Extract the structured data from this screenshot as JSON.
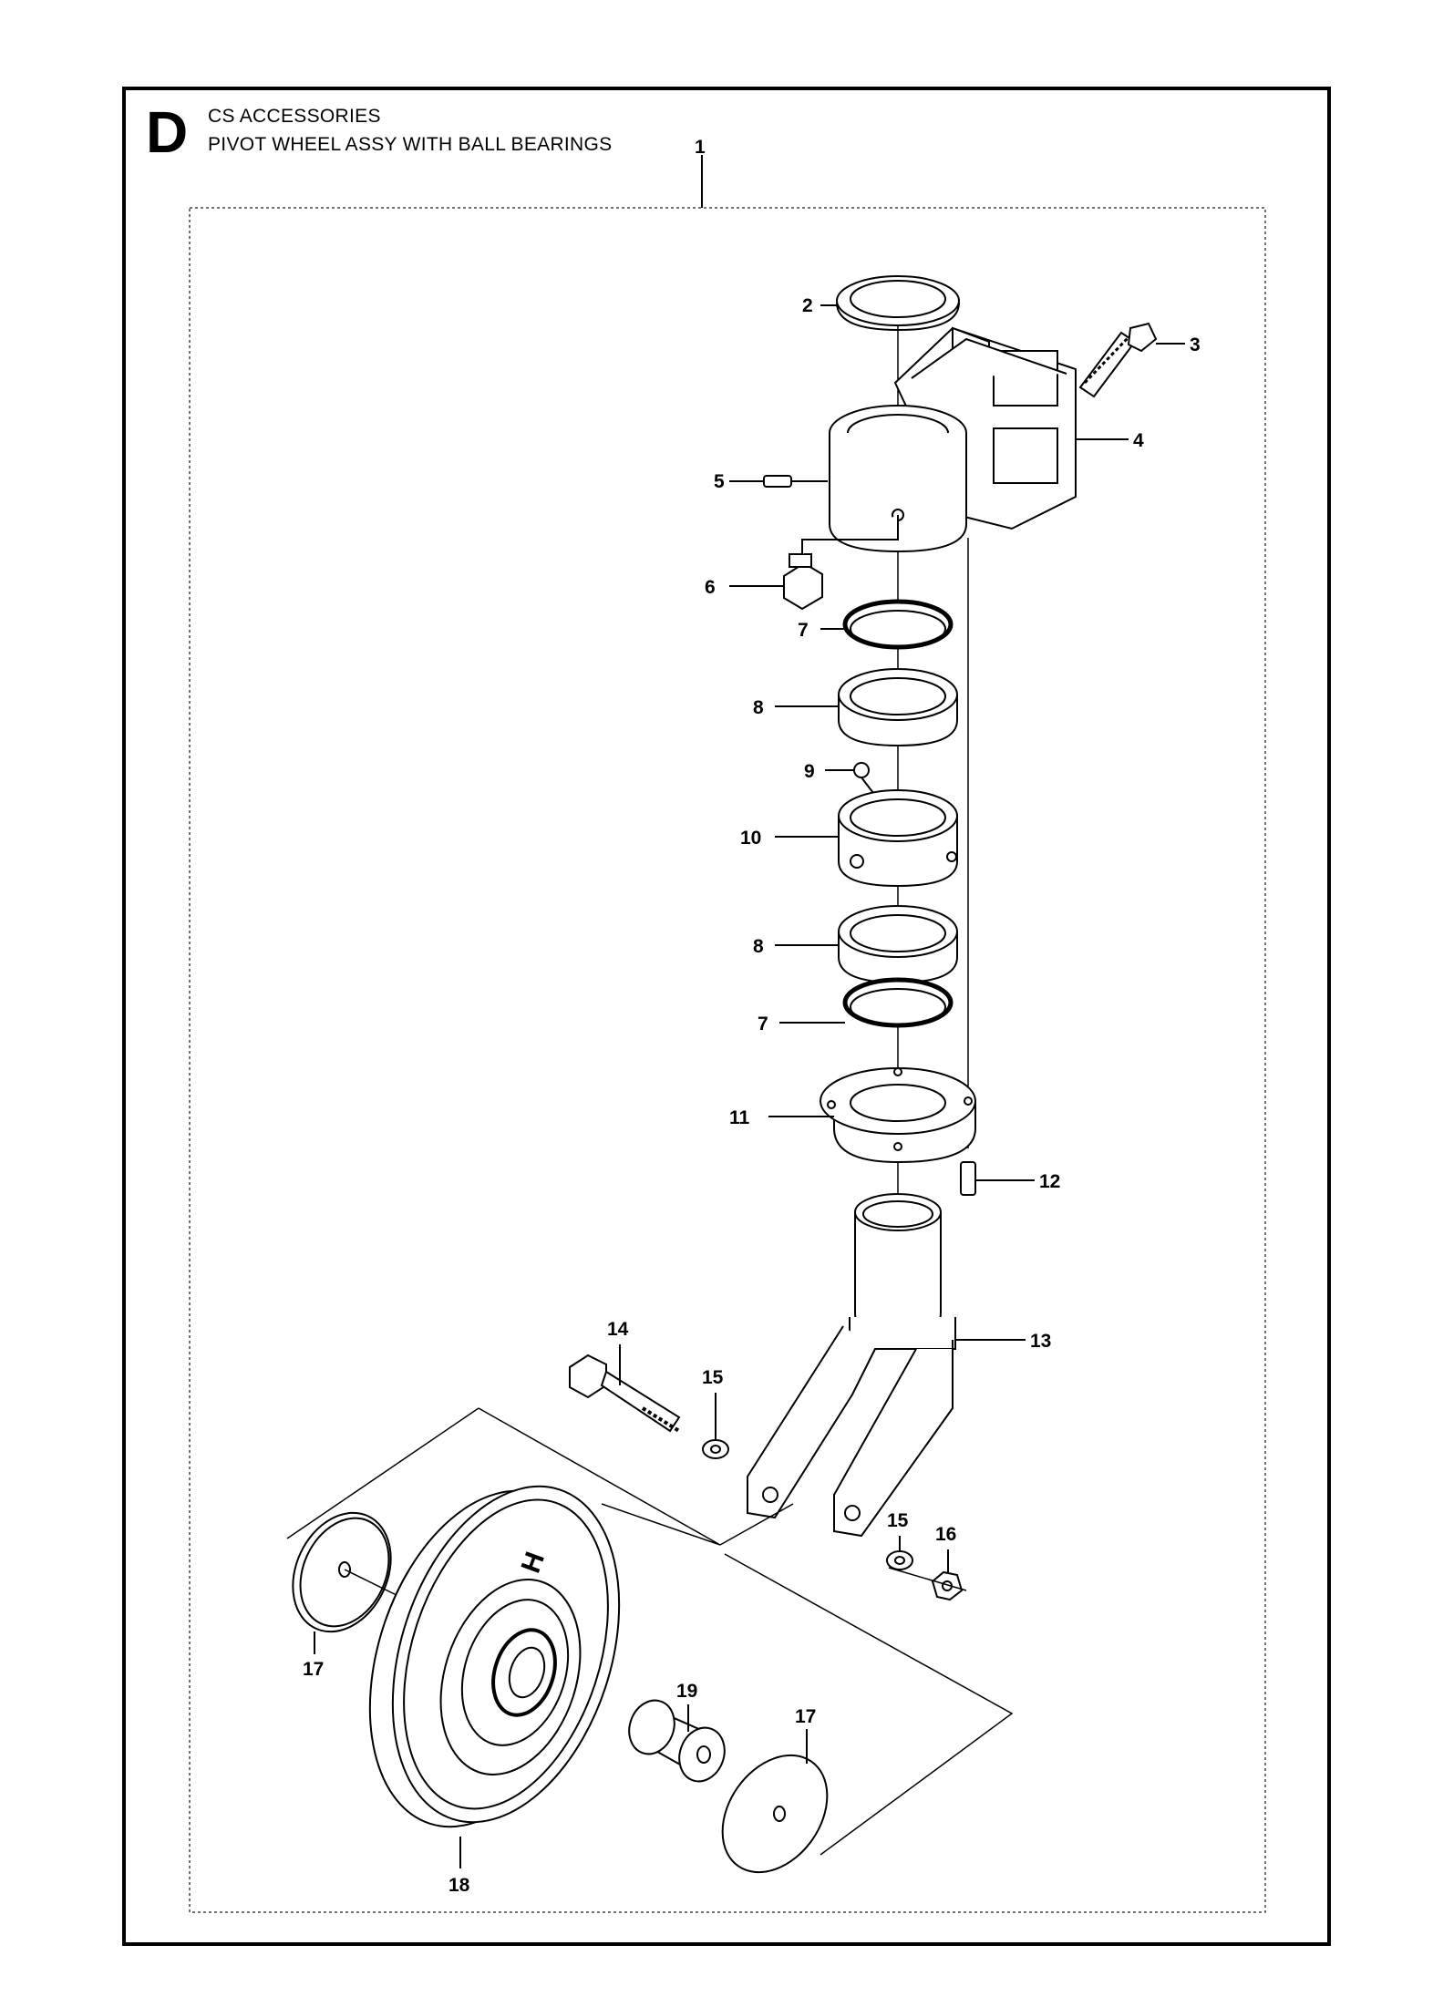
{
  "header": {
    "section_letter": "D",
    "title_line1": "CS ACCESSORIES",
    "title_line2": "PIVOT WHEEL ASSY WITH BALL BEARINGS"
  },
  "callouts": {
    "c1": "1",
    "c2": "2",
    "c3": "3",
    "c4": "4",
    "c5": "5",
    "c6": "6",
    "c7a": "7",
    "c7b": "7",
    "c8a": "8",
    "c8b": "8",
    "c9": "9",
    "c10": "10",
    "c11": "11",
    "c12": "12",
    "c13": "13",
    "c14": "14",
    "c15a": "15",
    "c15b": "15",
    "c16": "16",
    "c17a": "17",
    "c17b": "17",
    "c18": "18",
    "c19": "19"
  },
  "parts": [
    {
      "id": "2",
      "icon": "seal-ring-icon"
    },
    {
      "id": "3",
      "icon": "bolt-icon"
    },
    {
      "id": "4",
      "icon": "bracket-housing-icon"
    },
    {
      "id": "5",
      "icon": "grease-nipple-icon"
    },
    {
      "id": "6",
      "icon": "hex-screw-icon"
    },
    {
      "id": "7",
      "icon": "seal-ring-icon"
    },
    {
      "id": "8",
      "icon": "ball-bearing-icon"
    },
    {
      "id": "9",
      "icon": "set-screw-icon"
    },
    {
      "id": "10",
      "icon": "spacer-ring-icon"
    },
    {
      "id": "11",
      "icon": "flange-ring-icon"
    },
    {
      "id": "12",
      "icon": "screw-icon"
    },
    {
      "id": "13",
      "icon": "fork-icon"
    },
    {
      "id": "14",
      "icon": "axle-bolt-icon"
    },
    {
      "id": "15",
      "icon": "washer-icon"
    },
    {
      "id": "16",
      "icon": "nut-icon"
    },
    {
      "id": "17",
      "icon": "disc-washer-icon"
    },
    {
      "id": "18",
      "icon": "wheel-icon"
    },
    {
      "id": "19",
      "icon": "sleeve-icon"
    }
  ]
}
